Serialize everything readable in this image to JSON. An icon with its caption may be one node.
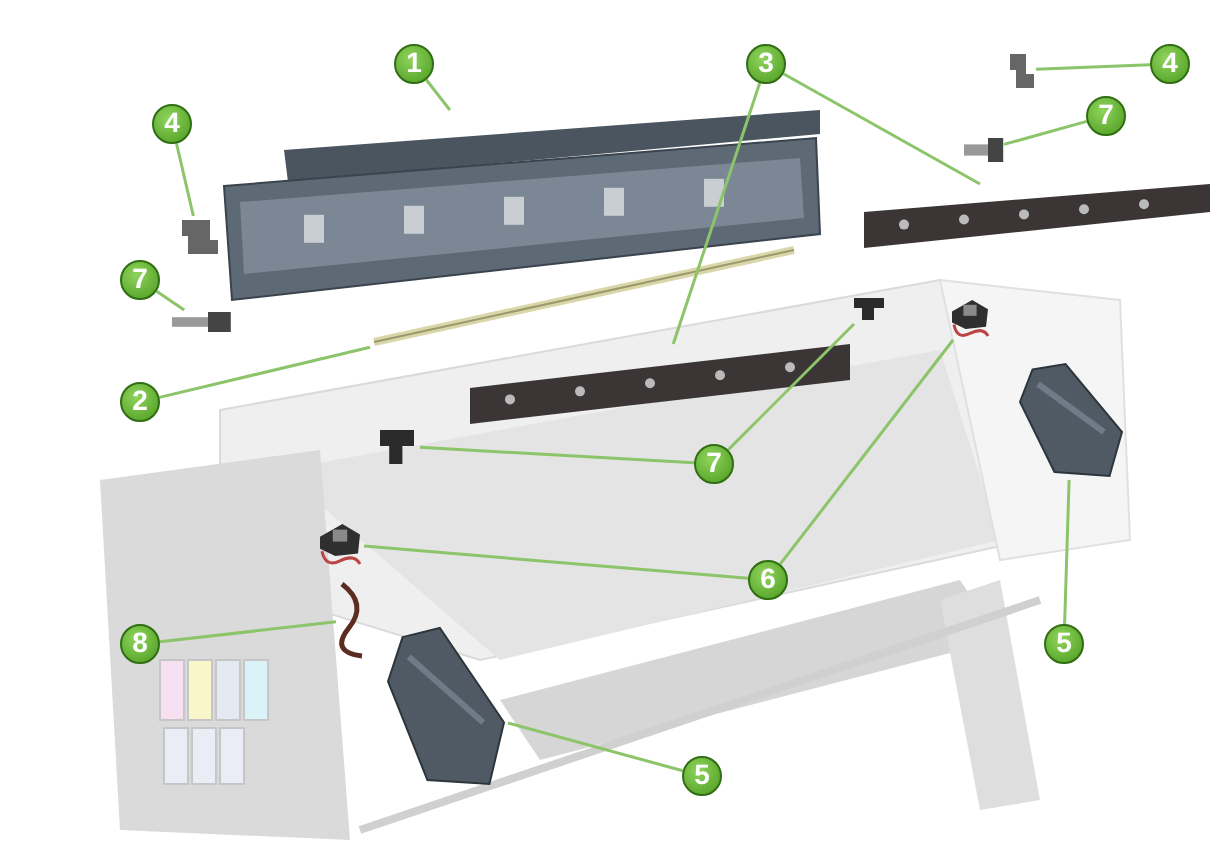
{
  "diagram": {
    "nodes": [
      {
        "text": [
          "1"
        ]
      },
      {
        "text": [],
        "shape": "picture"
      },
      {
        "text": [
          "3"
        ]
      },
      {
        "text": [],
        "shape": "picture"
      },
      {
        "text": [],
        "shape": "picture"
      },
      {
        "text": [
          "4"
        ]
      },
      {
        "text": [],
        "shape": "picture"
      },
      {
        "text": [
          "4"
        ]
      },
      {
        "text": [],
        "shape": "picture"
      },
      {
        "text": [
          "7"
        ]
      },
      {
        "text": [],
        "shape": "picture"
      },
      {
        "text": [
          "7"
        ]
      },
      {
        "text": [],
        "shape": "picture"
      },
      {
        "text": [
          "2"
        ]
      },
      {
        "text": [],
        "shape": "picture"
      },
      {
        "text": [
          "7"
        ]
      },
      {
        "text": [],
        "shape": "picture"
      },
      {
        "text": [],
        "shape": "picture"
      },
      {
        "text": [
          "6"
        ]
      },
      {
        "text": [],
        "shape": "picture"
      },
      {
        "text": [],
        "shape": "picture"
      },
      {
        "text": [
          "8"
        ]
      },
      {
        "text": [],
        "shape": "picture"
      },
      {
        "text": [
          "5"
        ]
      },
      {
        "text": [],
        "shape": "picture"
      },
      {
        "text": [
          "5"
        ]
      },
      {
        "text": [],
        "shape": "picture"
      }
    ],
    "edges": [
      {
        "from": 0,
        "to": 1,
        "arrow": "none"
      },
      {
        "from": 2,
        "to": 3,
        "arrow": "none"
      },
      {
        "from": 2,
        "to": 4,
        "arrow": "none"
      },
      {
        "from": 5,
        "to": 6,
        "arrow": "none"
      },
      {
        "from": 7,
        "to": 8,
        "arrow": "none"
      },
      {
        "from": 9,
        "to": 10,
        "arrow": "none"
      },
      {
        "from": 11,
        "to": 12,
        "arrow": "none"
      },
      {
        "from": 13,
        "to": 14,
        "arrow": "none"
      },
      {
        "from": 15,
        "to": 16,
        "arrow": "none"
      },
      {
        "from": 15,
        "to": 17,
        "arrow": "none"
      },
      {
        "from": 18,
        "to": 19,
        "arrow": "none"
      },
      {
        "from": 18,
        "to": 20,
        "arrow": "none"
      },
      {
        "from": 21,
        "to": 22,
        "arrow": "none"
      },
      {
        "from": 23,
        "to": 24,
        "arrow": "none"
      },
      {
        "from": 25,
        "to": 26,
        "arrow": "none"
      }
    ]
  }
}
